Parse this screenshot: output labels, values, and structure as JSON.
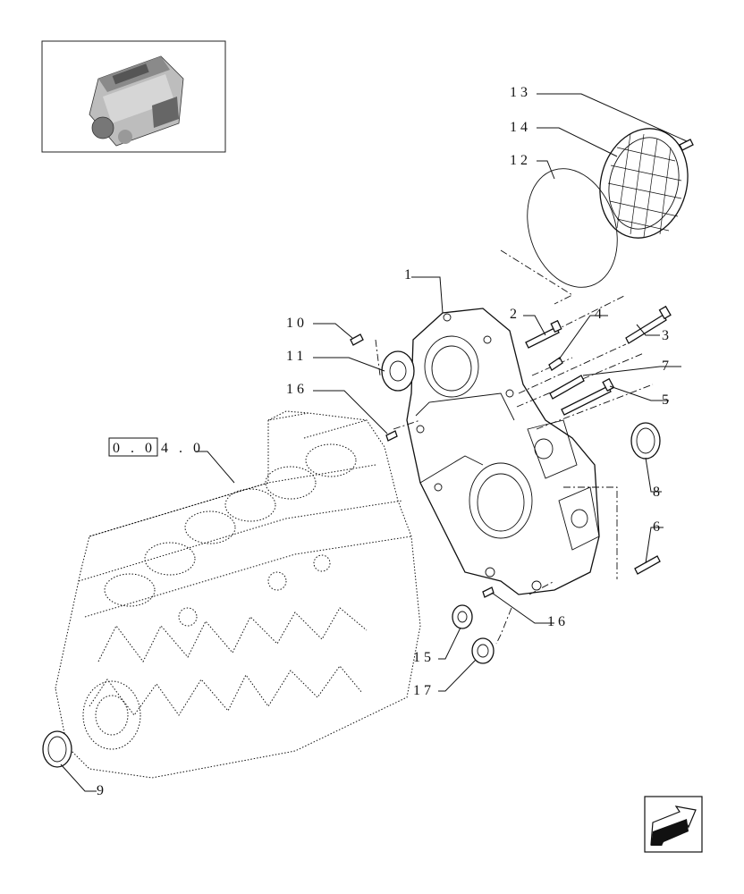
{
  "callouts": {
    "c1": "1",
    "c2": "2",
    "c3": "3",
    "c4": "4",
    "c5": "5",
    "c6": "6",
    "c7": "7",
    "c8": "8",
    "c9": "9",
    "c10": "10",
    "c11": "11",
    "c12": "12",
    "c13": "13",
    "c14": "14",
    "c15": "15",
    "c16a": "16",
    "c16b": "16",
    "c17": "17"
  },
  "reference": {
    "prefix": "0 . 0",
    "suffix": "4 . 0"
  },
  "icons": {
    "thumbnail": "engine-thumbnail-icon",
    "nav": "arrow-nav-icon"
  }
}
